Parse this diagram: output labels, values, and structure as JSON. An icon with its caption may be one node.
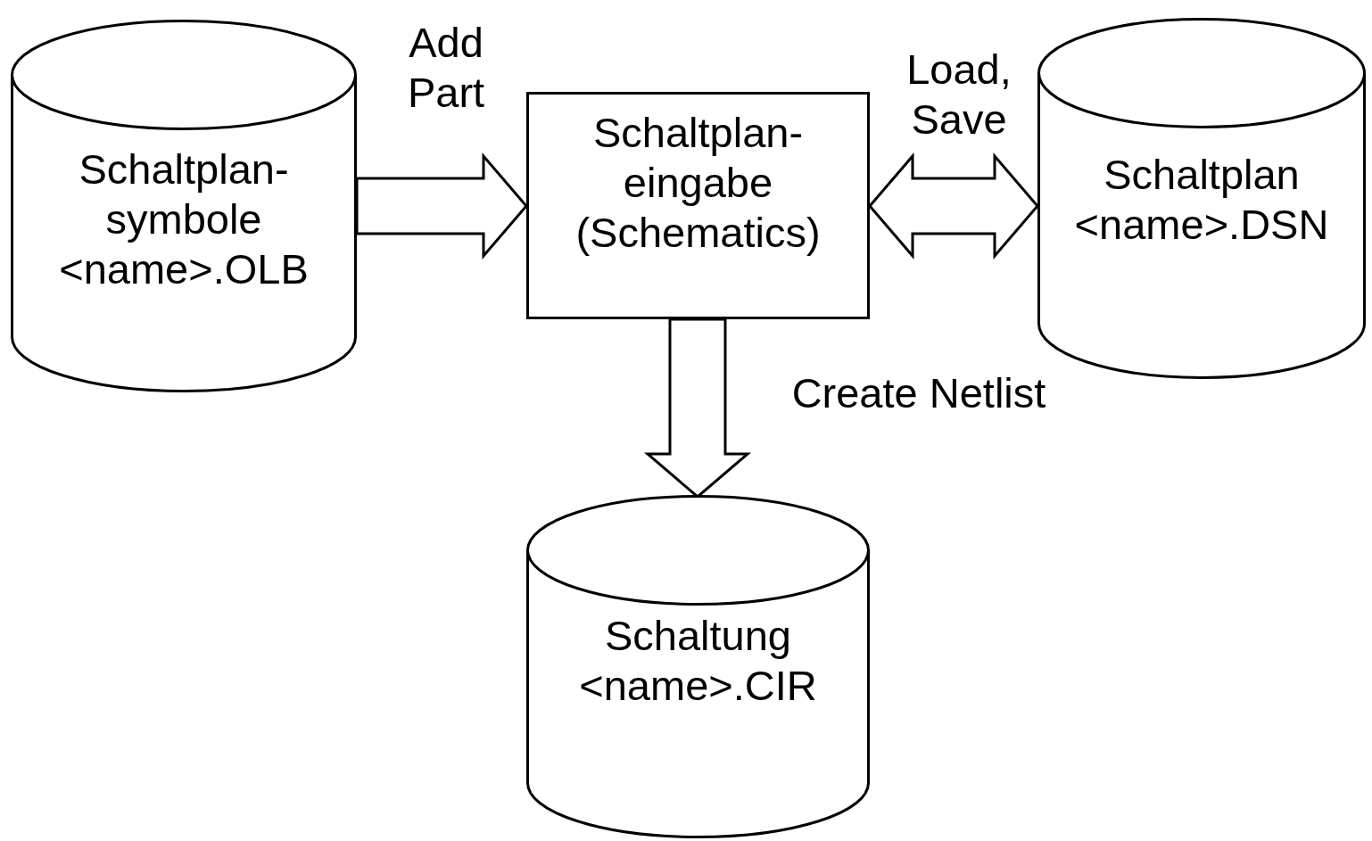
{
  "diagram": {
    "nodes": [
      {
        "text": [
          "Schaltplan- symbole",
          "<name>.OLB"
        ]
      },
      {
        "text": [
          "Schaltplan- eingabe",
          "(Schematics)"
        ]
      },
      {
        "text": [
          "Schaltplan",
          "<name>.DSN"
        ]
      },
      {
        "text": [
          "Schaltung",
          "<name>.CIR"
        ]
      }
    ],
    "edges": [
      {
        "from": 0,
        "to": 1,
        "arrow": "to",
        "label": "Add Part",
        "style": "thick"
      },
      {
        "from": 1,
        "to": 2,
        "arrow": "both",
        "label": "Load, Save",
        "style": "thick"
      },
      {
        "from": 1,
        "to": 3,
        "arrow": "to",
        "label": "Create Netlist",
        "style": "thick"
      }
    ]
  }
}
